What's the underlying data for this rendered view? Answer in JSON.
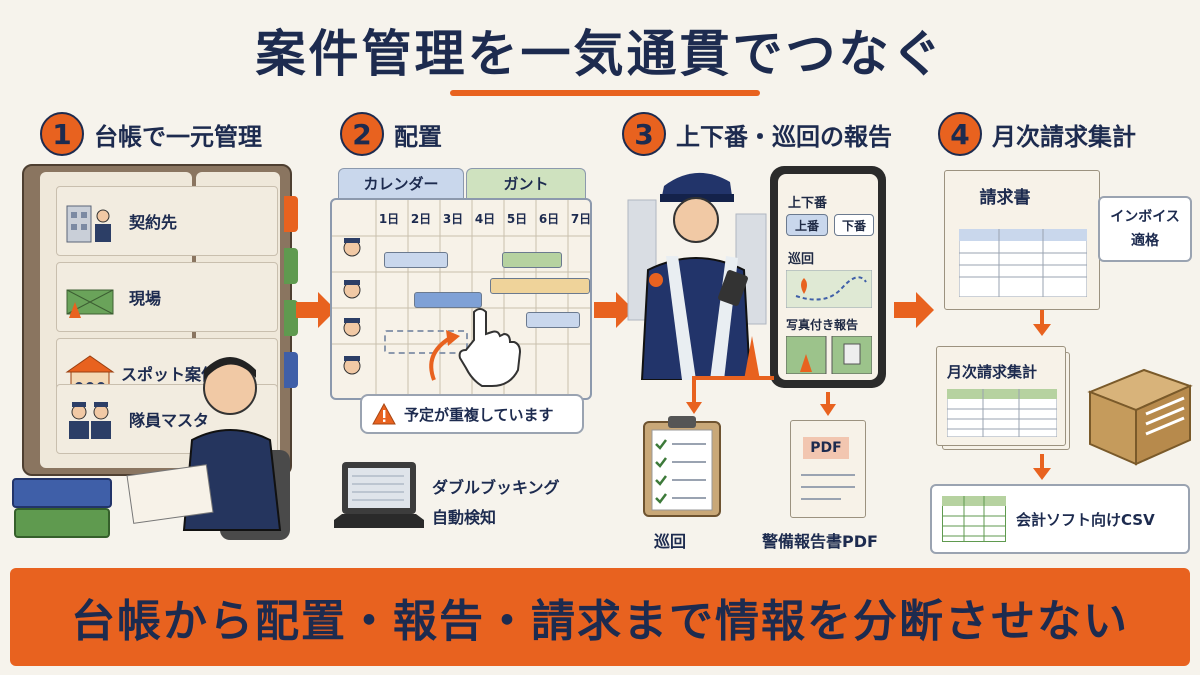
{
  "title": "案件管理を一気通貫でつなぐ",
  "steps": [
    {
      "num": "1",
      "label": "台帳で一元管理"
    },
    {
      "num": "2",
      "label": "配置"
    },
    {
      "num": "3",
      "label": "上下番・巡回の報告"
    },
    {
      "num": "4",
      "label": "月次請求集計"
    }
  ],
  "ledger": {
    "items": [
      "契約先",
      "現場",
      "スポット案件",
      "隊員マスタ"
    ]
  },
  "schedule": {
    "tabs": [
      "カレンダー",
      "ガント"
    ],
    "days": [
      "1日",
      "2日",
      "3日",
      "4日",
      "5日",
      "6日",
      "7日"
    ],
    "warning": "予定が重複しています",
    "caption_line1": "ダブルブッキング",
    "caption_line2": "自動検知"
  },
  "report": {
    "phone_section1": "上下番",
    "btn_on": "上番",
    "btn_off": "下番",
    "phone_section2": "巡回",
    "phone_section3": "写真付き報告",
    "clipboard_label": "巡回",
    "pdf_badge": "PDF",
    "pdf_label": "警備報告書PDF"
  },
  "billing": {
    "invoice_title": "請求書",
    "invoice_badge_line1": "インボイス",
    "invoice_badge_line2": "適格",
    "monthly_title": "月次請求集計",
    "csv_label": "会計ソフト向けCSV"
  },
  "footer": "台帳から配置・報告・請求まで情報を分断させない",
  "colors": {
    "accent": "#e8621f",
    "navy": "#1d2b4f",
    "background": "#f6f3ec"
  }
}
